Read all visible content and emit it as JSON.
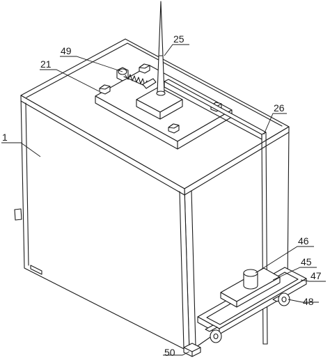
{
  "labels": {
    "l1": "1",
    "l21": "21",
    "l49": "49",
    "l25": "25",
    "l26": "26",
    "l46": "46",
    "l45": "45",
    "l47": "47",
    "l48": "48",
    "l50": "50"
  }
}
